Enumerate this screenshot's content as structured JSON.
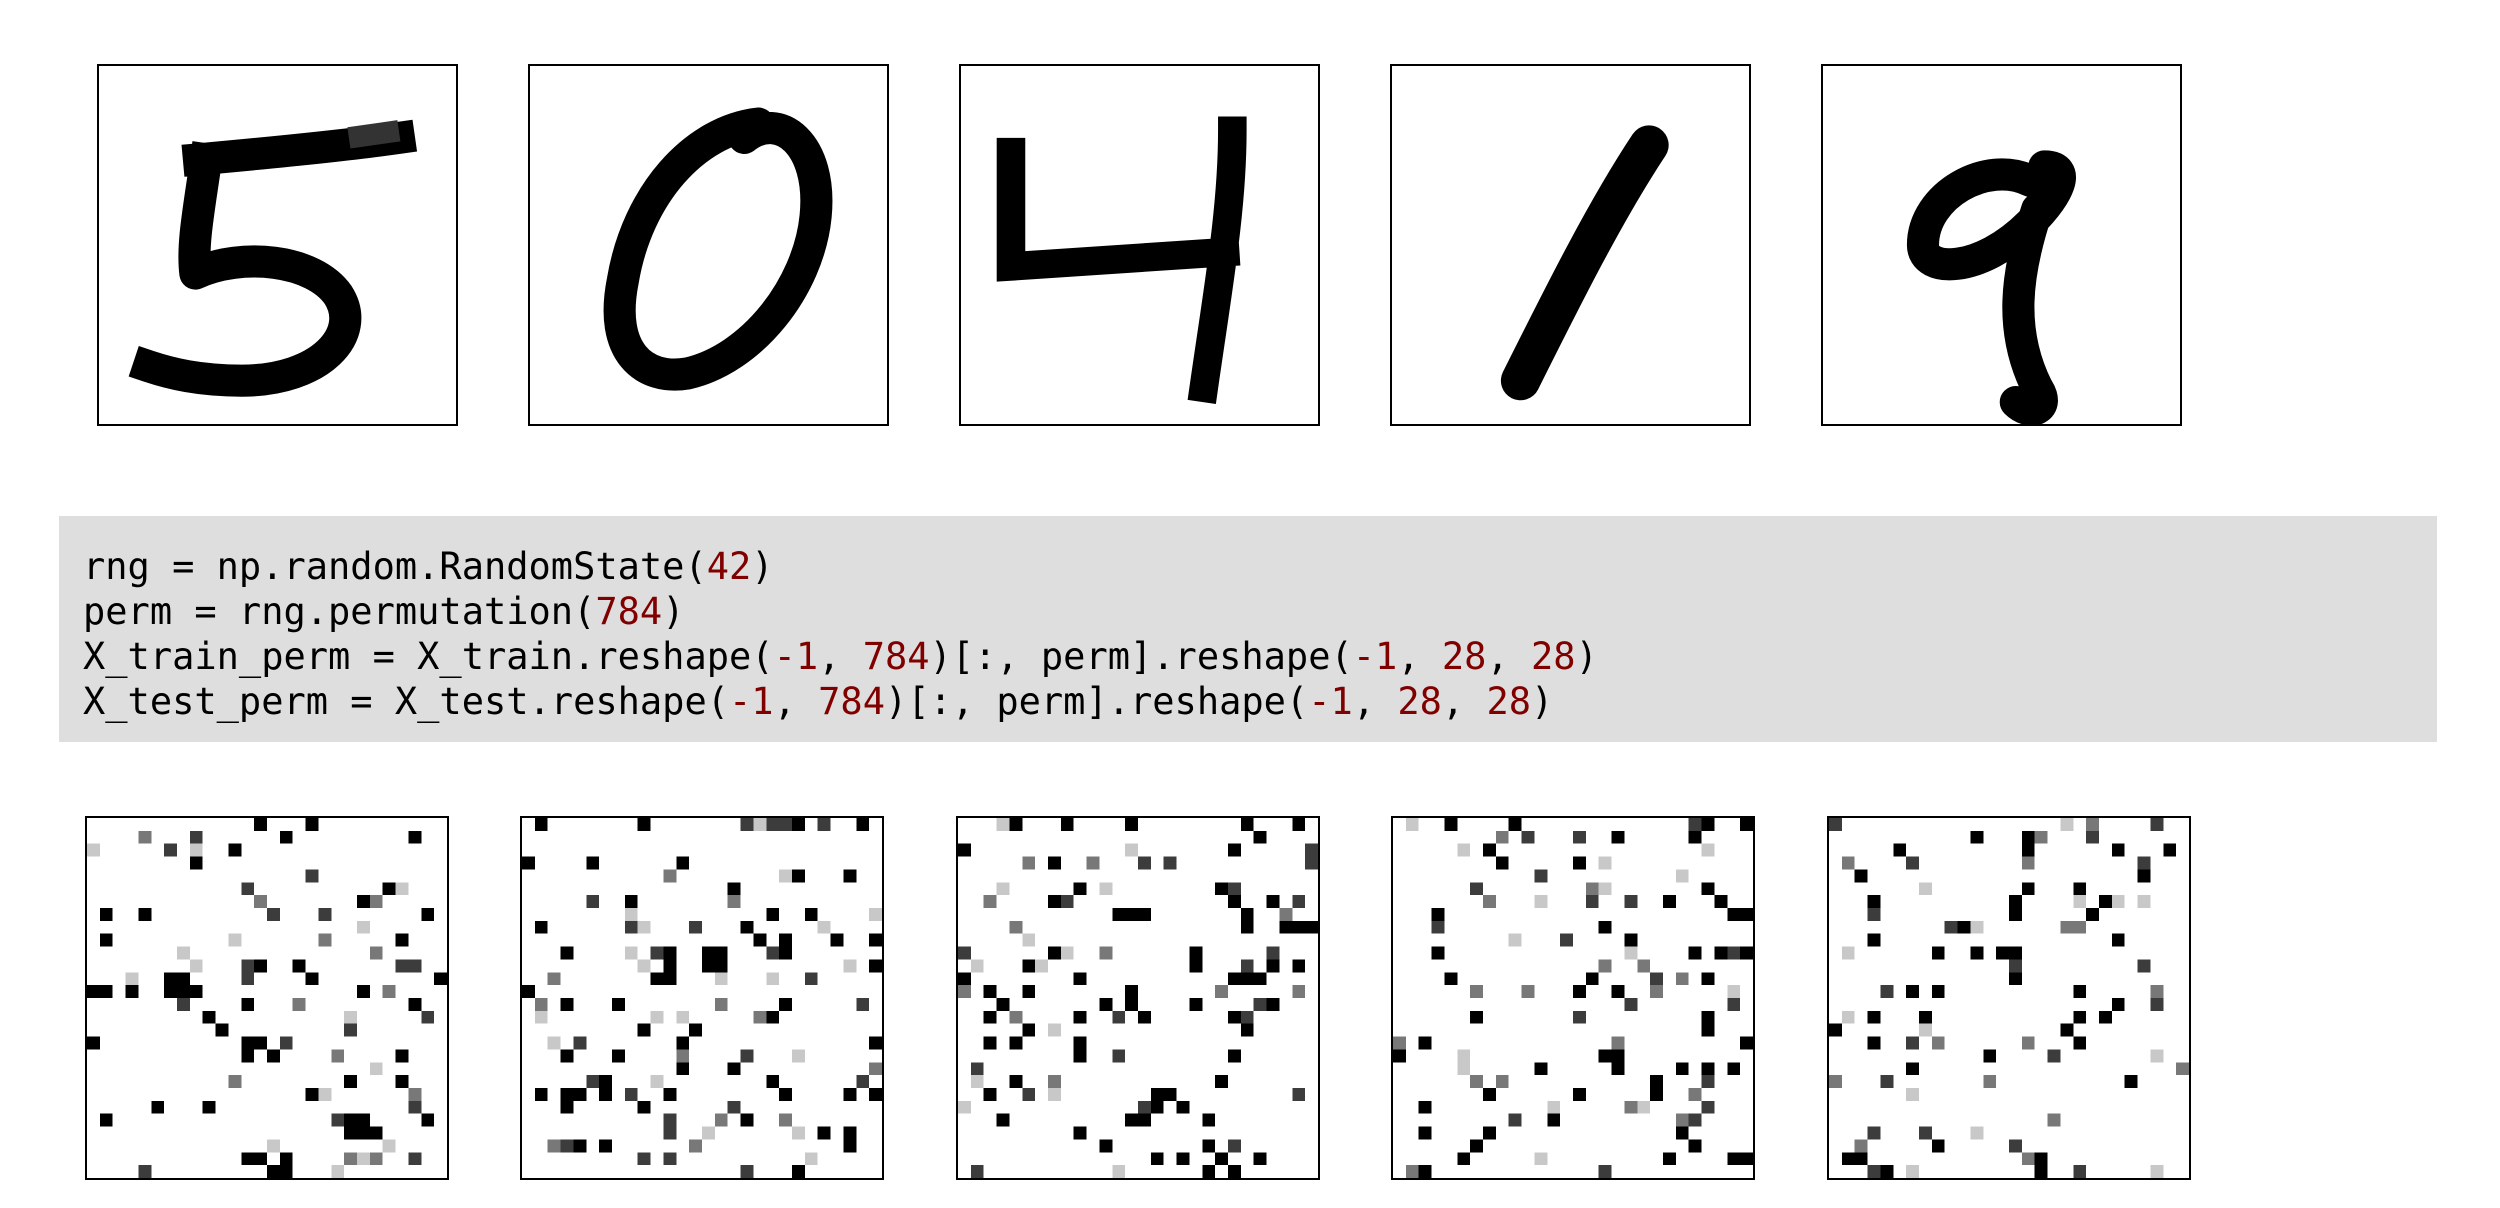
{
  "digits": [
    {
      "label": "5",
      "icon": "handwritten-digit-5"
    },
    {
      "label": "0",
      "icon": "handwritten-digit-0"
    },
    {
      "label": "4",
      "icon": "handwritten-digit-4"
    },
    {
      "label": "1",
      "icon": "handwritten-digit-1"
    },
    {
      "label": "9",
      "icon": "handwritten-digit-9"
    }
  ],
  "code": {
    "lines": [
      [
        {
          "t": "rng = np.random.RandomState("
        },
        {
          "t": "42",
          "num": true
        },
        {
          "t": ")"
        }
      ],
      [
        {
          "t": "perm = rng.permutation("
        },
        {
          "t": "784",
          "num": true
        },
        {
          "t": ")"
        }
      ],
      [
        {
          "t": "X_train_perm = X_train.reshape("
        },
        {
          "t": "-1",
          "num": true
        },
        {
          "t": ", "
        },
        {
          "t": "784",
          "num": true
        },
        {
          "t": ")[:, perm].reshape("
        },
        {
          "t": "-1",
          "num": true
        },
        {
          "t": ", "
        },
        {
          "t": "28",
          "num": true
        },
        {
          "t": ", "
        },
        {
          "t": "28",
          "num": true
        },
        {
          "t": ")"
        }
      ],
      [
        {
          "t": "X_test_perm = X_test.reshape("
        },
        {
          "t": "-1",
          "num": true
        },
        {
          "t": ", "
        },
        {
          "t": "784",
          "num": true
        },
        {
          "t": ")[:, perm].reshape("
        },
        {
          "t": "-1",
          "num": true
        },
        {
          "t": ", "
        },
        {
          "t": "28",
          "num": true
        },
        {
          "t": ", "
        },
        {
          "t": "28",
          "num": true
        },
        {
          "t": ")"
        }
      ]
    ],
    "colors": {
      "text": "#000000",
      "number": "#800000",
      "background": "#dedede"
    }
  },
  "permuted_images": {
    "count": 5,
    "grid": "28x28",
    "icon": "permuted-pixel-grid"
  }
}
